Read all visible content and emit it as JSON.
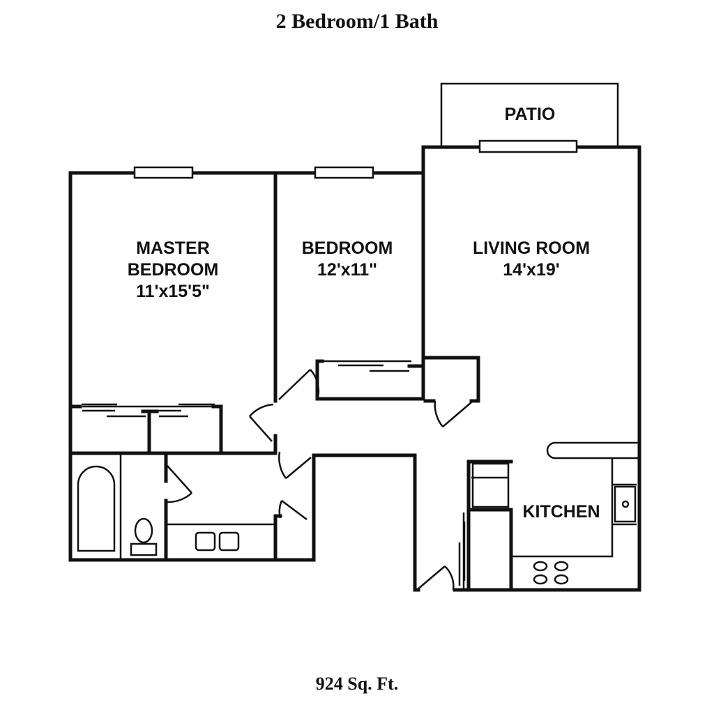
{
  "title": "2 Bedroom/1 Bath",
  "footer": "924 Sq. Ft.",
  "rooms": {
    "patio": {
      "name": "PATIO"
    },
    "master": {
      "line1": "MASTER",
      "line2": "BEDROOM",
      "size": "11'x15'5\""
    },
    "bedroom": {
      "name": "BEDROOM",
      "size": "12'x11\""
    },
    "living": {
      "name": "LIVING ROOM",
      "size": "14'x19'"
    },
    "kitchen": {
      "name": "KITCHEN"
    }
  }
}
